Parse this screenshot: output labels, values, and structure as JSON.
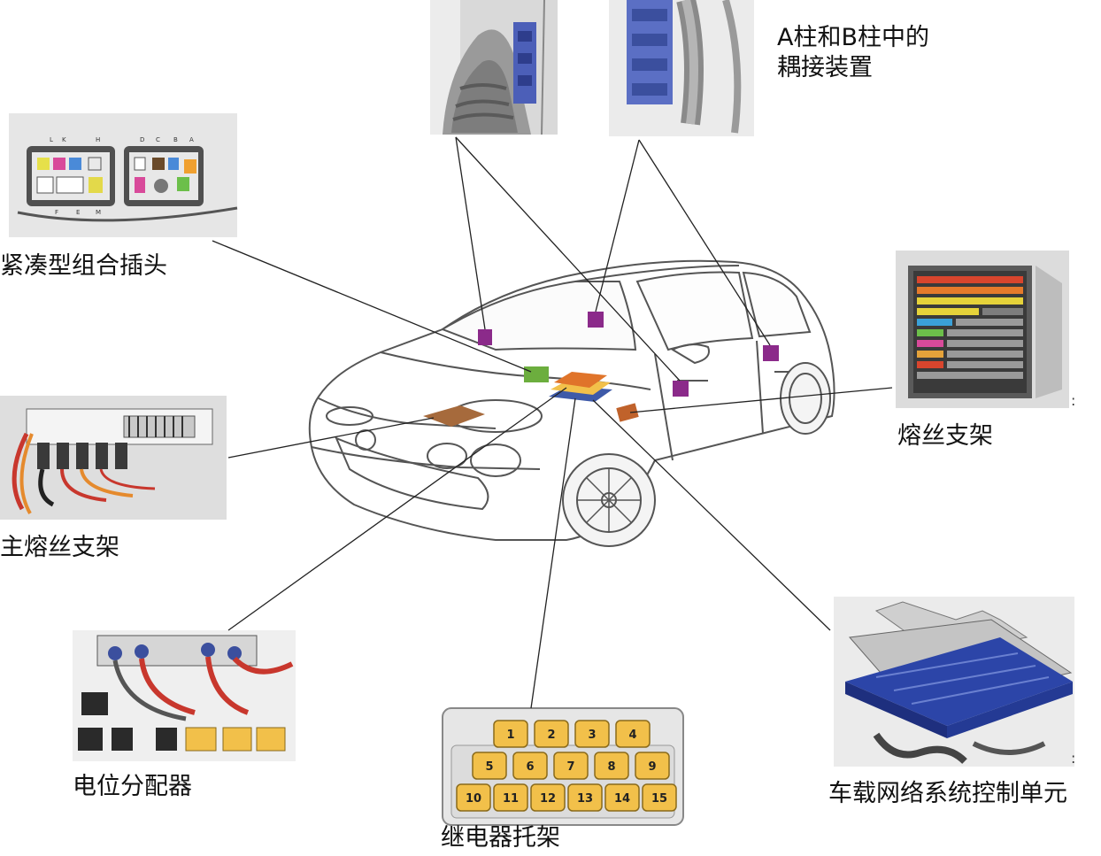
{
  "labels": {
    "pillar_coupling_line1": "A柱和B柱中的",
    "pillar_coupling_line2": "耦接装置",
    "compact_connector": "紧凑型组合插头",
    "fuse_holder": "熔丝支架",
    "main_fuse_holder": "主熔丝支架",
    "potential_distributor": "电位分配器",
    "relay_carrier": "继电器托架",
    "onboard_control_unit": "车载网络系统控制单元"
  },
  "relay_numbers": [
    "1",
    "2",
    "3",
    "4",
    "5",
    "6",
    "7",
    "8",
    "9",
    "10",
    "11",
    "12",
    "13",
    "14",
    "15"
  ],
  "connector_letters": [
    "L",
    "K",
    "H",
    "D",
    "C",
    "B",
    "A",
    "F",
    "E",
    "M"
  ],
  "colors": {
    "coupling_marker": "#8b2a8a",
    "compact_marker": "#6cae3e",
    "relay_marker": "#e0742a",
    "distributor_marker": "#a66a3c",
    "fuse_marker": "#c0622b",
    "control_unit_marker": "#3e5aa8",
    "relay_yellow": "#f2c04a",
    "control_unit_blue": "#2c45a8",
    "wire_red": "#c8372d"
  }
}
